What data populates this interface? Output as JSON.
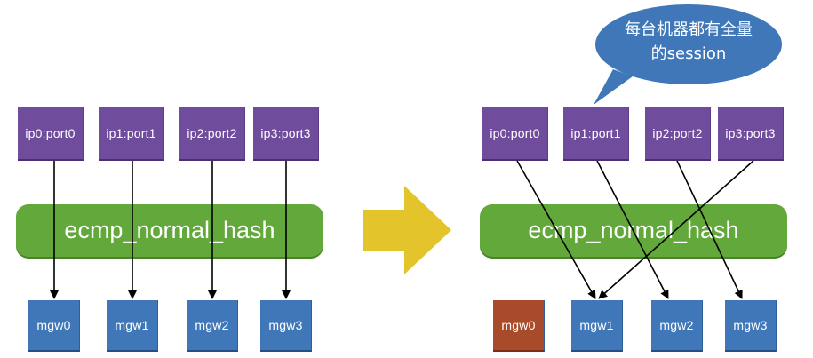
{
  "left": {
    "ips": [
      "ip0:port0",
      "ip1:port1",
      "ip2:port2",
      "ip3:port3"
    ],
    "hash_label": "ecmp_normal_hash",
    "mgws": [
      "mgw0",
      "mgw1",
      "mgw2",
      "mgw3"
    ]
  },
  "right": {
    "ips": [
      "ip0:port0",
      "ip1:port1",
      "ip2:port2",
      "ip3:port3"
    ],
    "hash_label": "ecmp_normal_hash",
    "mgws": [
      "mgw0",
      "mgw1",
      "mgw2",
      "mgw3"
    ],
    "failed_mgw": "mgw0"
  },
  "callout": {
    "line1": "每台机器都有全量",
    "line2": "的session"
  },
  "colors": {
    "ip_box": "#6f4c9c",
    "mgw_box": "#3f77b8",
    "failed_mgw_box": "#a84b2a",
    "hash_bar": "#62a83a",
    "arrow": "#e3c52b",
    "callout": "#3f77b8"
  }
}
